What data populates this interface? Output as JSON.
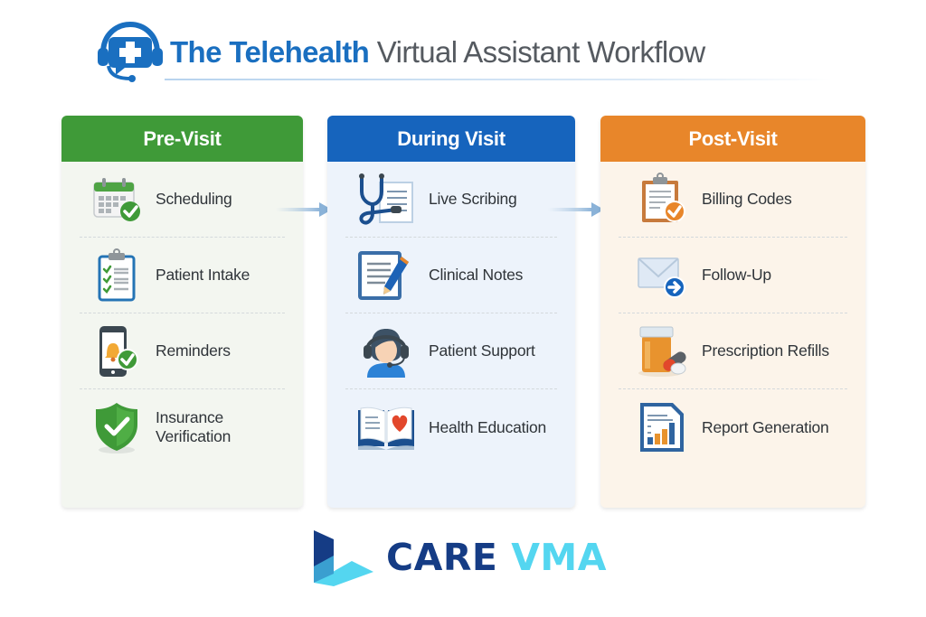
{
  "header": {
    "title_part1": "The Telehealth",
    "title_part2": " Virtual Assistant Workflow",
    "icon": "headset-medical-cross-icon"
  },
  "columns": [
    {
      "title": "Pre-Visit",
      "color": "#3f9a38",
      "items": [
        {
          "label": "Scheduling",
          "icon": "calendar-check-icon"
        },
        {
          "label": "Patient Intake",
          "icon": "clipboard-checklist-icon"
        },
        {
          "label": "Reminders",
          "icon": "phone-bell-check-icon"
        },
        {
          "label": "Insurance Verification",
          "icon": "shield-check-icon"
        }
      ]
    },
    {
      "title": "During Visit",
      "color": "#1664bd",
      "items": [
        {
          "label": "Live Scribing",
          "icon": "stethoscope-document-icon"
        },
        {
          "label": "Clinical Notes",
          "icon": "notes-pencil-icon"
        },
        {
          "label": "Patient Support",
          "icon": "support-agent-headset-icon"
        },
        {
          "label": "Health Education",
          "icon": "book-heart-icon"
        }
      ]
    },
    {
      "title": "Post-Visit",
      "color": "#e8862a",
      "items": [
        {
          "label": "Billing Codes",
          "icon": "clipboard-check-icon"
        },
        {
          "label": "Follow-Up",
          "icon": "envelope-arrow-icon"
        },
        {
          "label": "Prescription Refills",
          "icon": "pill-bottle-icon"
        },
        {
          "label": "Report Generation",
          "icon": "report-bar-chart-icon"
        }
      ]
    }
  ],
  "brand": {
    "name_part1": "CARE",
    "name_part2": "VMA",
    "colors": {
      "primary": "#153c85",
      "accent": "#54d6f0"
    }
  }
}
